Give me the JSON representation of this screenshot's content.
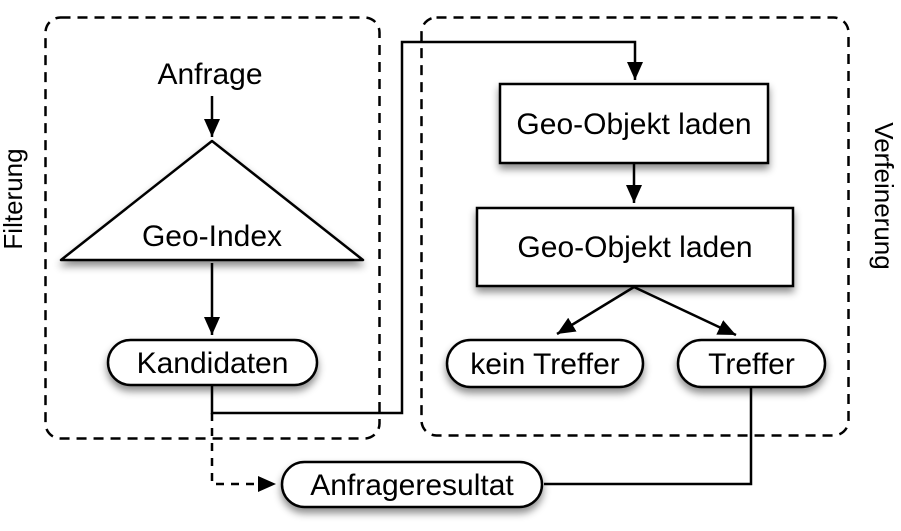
{
  "diagram": {
    "colors": {
      "background": "#ffffff",
      "stroke": "#000000",
      "node_fill": "#ffffff",
      "shadow": "rgba(0,0,0,0.45)"
    },
    "groups": [
      {
        "id": "filterung",
        "label": "Filterung",
        "border": "dashed",
        "side": "left"
      },
      {
        "id": "verfeinerung",
        "label": "Verfeinerung",
        "border": "dashed",
        "side": "right"
      }
    ],
    "nodes": [
      {
        "id": "anfrage",
        "label": "Anfrage",
        "shape": "plain-text",
        "group": "filterung"
      },
      {
        "id": "geo-index",
        "label": "Geo-Index",
        "shape": "triangle",
        "group": "filterung"
      },
      {
        "id": "kandidaten",
        "label": "Kandidaten",
        "shape": "pill",
        "group": "filterung"
      },
      {
        "id": "geo-objekt-laden-1",
        "label": "Geo-Objekt laden",
        "shape": "rect",
        "group": "verfeinerung"
      },
      {
        "id": "geo-objekt-laden-2",
        "label": "Geo-Objekt laden",
        "shape": "rect",
        "group": "verfeinerung"
      },
      {
        "id": "kein-treffer",
        "label": "kein Treffer",
        "shape": "pill",
        "group": "verfeinerung"
      },
      {
        "id": "treffer",
        "label": "Treffer",
        "shape": "pill",
        "group": "verfeinerung"
      },
      {
        "id": "anfrageresultat",
        "label": "Anfrageresultat",
        "shape": "pill",
        "group": null
      }
    ],
    "edges": [
      {
        "from": "anfrage",
        "to": "geo-index",
        "style": "solid",
        "arrowhead": true
      },
      {
        "from": "geo-index",
        "to": "kandidaten",
        "style": "solid",
        "arrowhead": true
      },
      {
        "from": "kandidaten",
        "to": "geo-objekt-laden-1",
        "style": "solid",
        "arrowhead": true
      },
      {
        "from": "geo-objekt-laden-1",
        "to": "geo-objekt-laden-2",
        "style": "solid",
        "arrowhead": true
      },
      {
        "from": "geo-objekt-laden-2",
        "to": "kein-treffer",
        "style": "solid",
        "arrowhead": true
      },
      {
        "from": "geo-objekt-laden-2",
        "to": "treffer",
        "style": "solid",
        "arrowhead": true
      },
      {
        "from": "kandidaten",
        "to": "anfrageresultat",
        "style": "dashed",
        "arrowhead": true
      },
      {
        "from": "treffer",
        "to": "anfrageresultat",
        "style": "solid",
        "arrowhead": false
      }
    ]
  }
}
